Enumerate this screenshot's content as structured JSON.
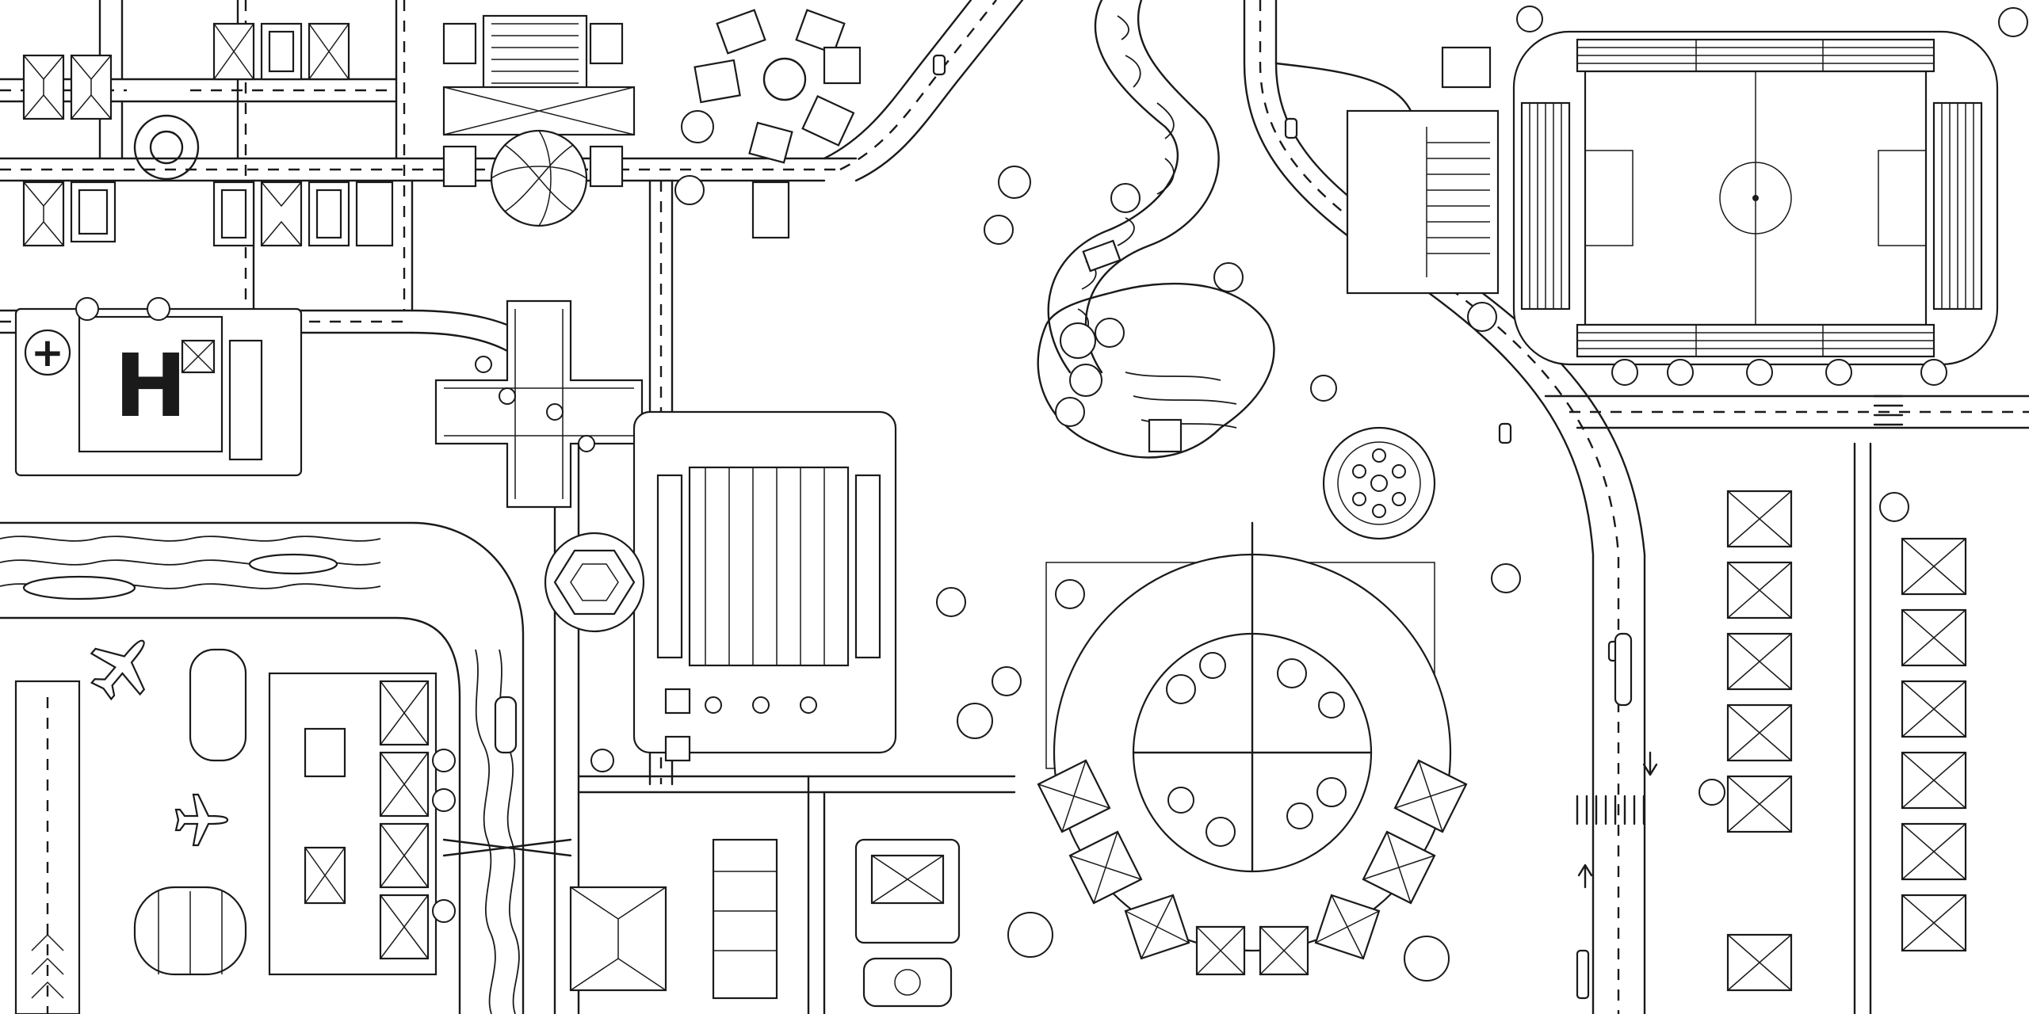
{
  "map": {
    "style": "black-and-white hand-drawn line art city map",
    "background": "#ffffff",
    "ink": "#1a1a1a"
  },
  "districts": [
    {
      "name": "residential-northwest"
    },
    {
      "name": "roundabout-northwest"
    },
    {
      "name": "hospital"
    },
    {
      "name": "cross-plaza"
    },
    {
      "name": "church-cross-building"
    },
    {
      "name": "star-cluster-houses"
    },
    {
      "name": "river-north"
    },
    {
      "name": "park-pond"
    },
    {
      "name": "fountain-circle"
    },
    {
      "name": "stadium-football-pitch"
    },
    {
      "name": "parking-lot"
    },
    {
      "name": "market-hall"
    },
    {
      "name": "canal-west"
    },
    {
      "name": "airfield-runway"
    },
    {
      "name": "hexagon-pavilion"
    },
    {
      "name": "circular-park-quadrants"
    },
    {
      "name": "crescent-houses"
    },
    {
      "name": "palace-building"
    },
    {
      "name": "residential-east"
    }
  ],
  "symbols": {
    "hospital_letter": "H",
    "hospital_cross": "+"
  },
  "icons": [
    "airplane-icon",
    "boat-icon",
    "car-icon",
    "tree-icon",
    "road-arrow-icon",
    "crosswalk-icon"
  ]
}
